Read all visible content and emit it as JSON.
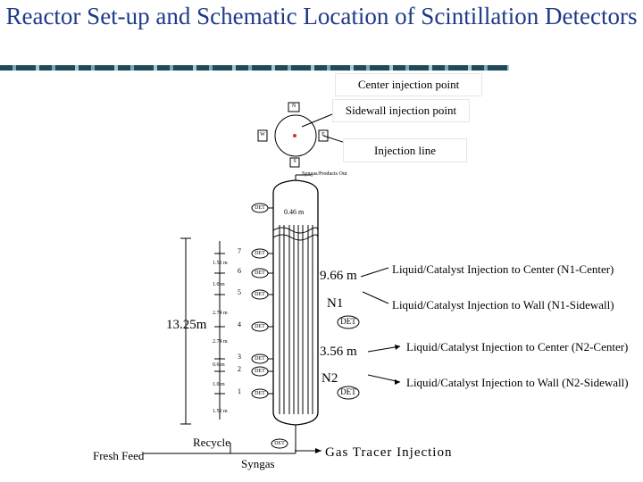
{
  "title": "Reactor Set-up and Schematic Location of Scintillation Detectors",
  "callouts": {
    "center_injection": "Center injection point",
    "sidewall_injection": "Sidewall injection point",
    "injection_line": "Injection line"
  },
  "cross_section": {
    "north": "N",
    "west": "W",
    "east": "E",
    "south": "S"
  },
  "top_outlet": "Syngas/Products Out",
  "diameter": "0.46 m",
  "det_label": "DET",
  "levels": [
    "7",
    "6",
    "5",
    "4",
    "3",
    "2",
    "1"
  ],
  "spacings": [
    "1.52 m",
    "1.0 m",
    "2.74 m",
    "2.74 m",
    "0.6 m",
    "1.0 m",
    "1.52 m"
  ],
  "heights": {
    "total": "13.25m",
    "upper": "9.66 m",
    "lower": "3.56 m"
  },
  "injection_points": {
    "n1": "N1",
    "n2": "N2"
  },
  "bottom": {
    "recycle": "Recycle",
    "fresh_feed": "Fresh Feed",
    "syngas": "Syngas"
  },
  "legend": {
    "n1_center": "Liquid/Catalyst Injection to Center (N1-Center)",
    "n1_wall": "Liquid/Catalyst Injection to Wall (N1-Sidewall)",
    "n2_center": "Liquid/Catalyst Injection to Center (N2-Center)",
    "n2_wall": "Liquid/Catalyst Injection to Wall (N2-Sidewall)",
    "gas_tracer": "Gas Tracer Injection"
  }
}
